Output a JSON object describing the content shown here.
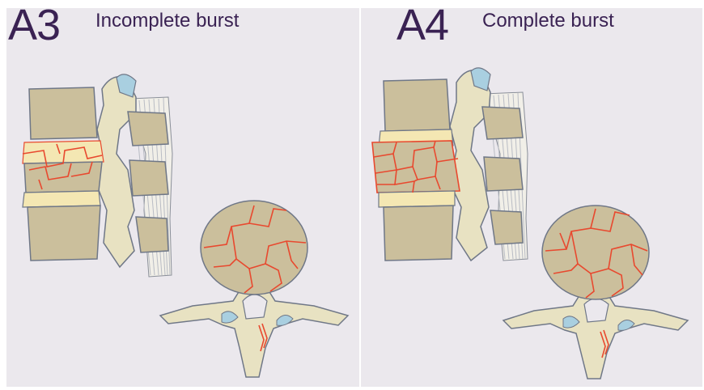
{
  "panels": [
    {
      "code": "A3",
      "label": "Incomplete burst"
    },
    {
      "code": "A4",
      "label": "Complete burst"
    }
  ],
  "colors": {
    "background": "#ebe8ed",
    "title": "#3a2253",
    "bone": "#e8e2c2",
    "vertebral_body": "#cbbf9c",
    "bone_outline": "#6f7787",
    "fracture": "#e8492f",
    "disc": "#f4e7b3",
    "cartilage": "#a9cfe0"
  }
}
